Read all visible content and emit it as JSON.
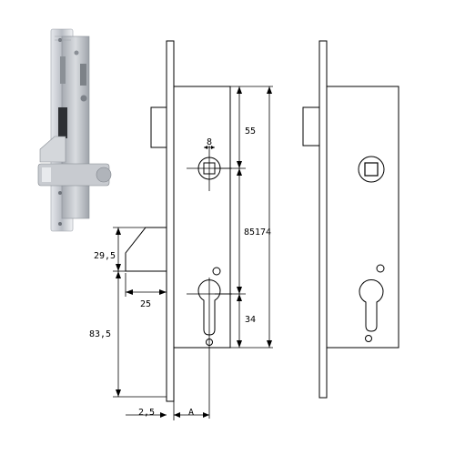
{
  "drawing": {
    "dimensions": {
      "hole_size": "8",
      "top_to_spindle": "55",
      "spindle_to_cylinder": "85",
      "overall_height": "174",
      "cylinder_to_bottom": "34",
      "latch_height": "29,5",
      "latch_projection": "25",
      "cylinder_from_bottom": "83,5",
      "faceplate_thickness": "2,5",
      "backset": "A"
    }
  },
  "photo": {
    "plate_color": "#c9ccd2",
    "case_color": "#8f939a"
  }
}
